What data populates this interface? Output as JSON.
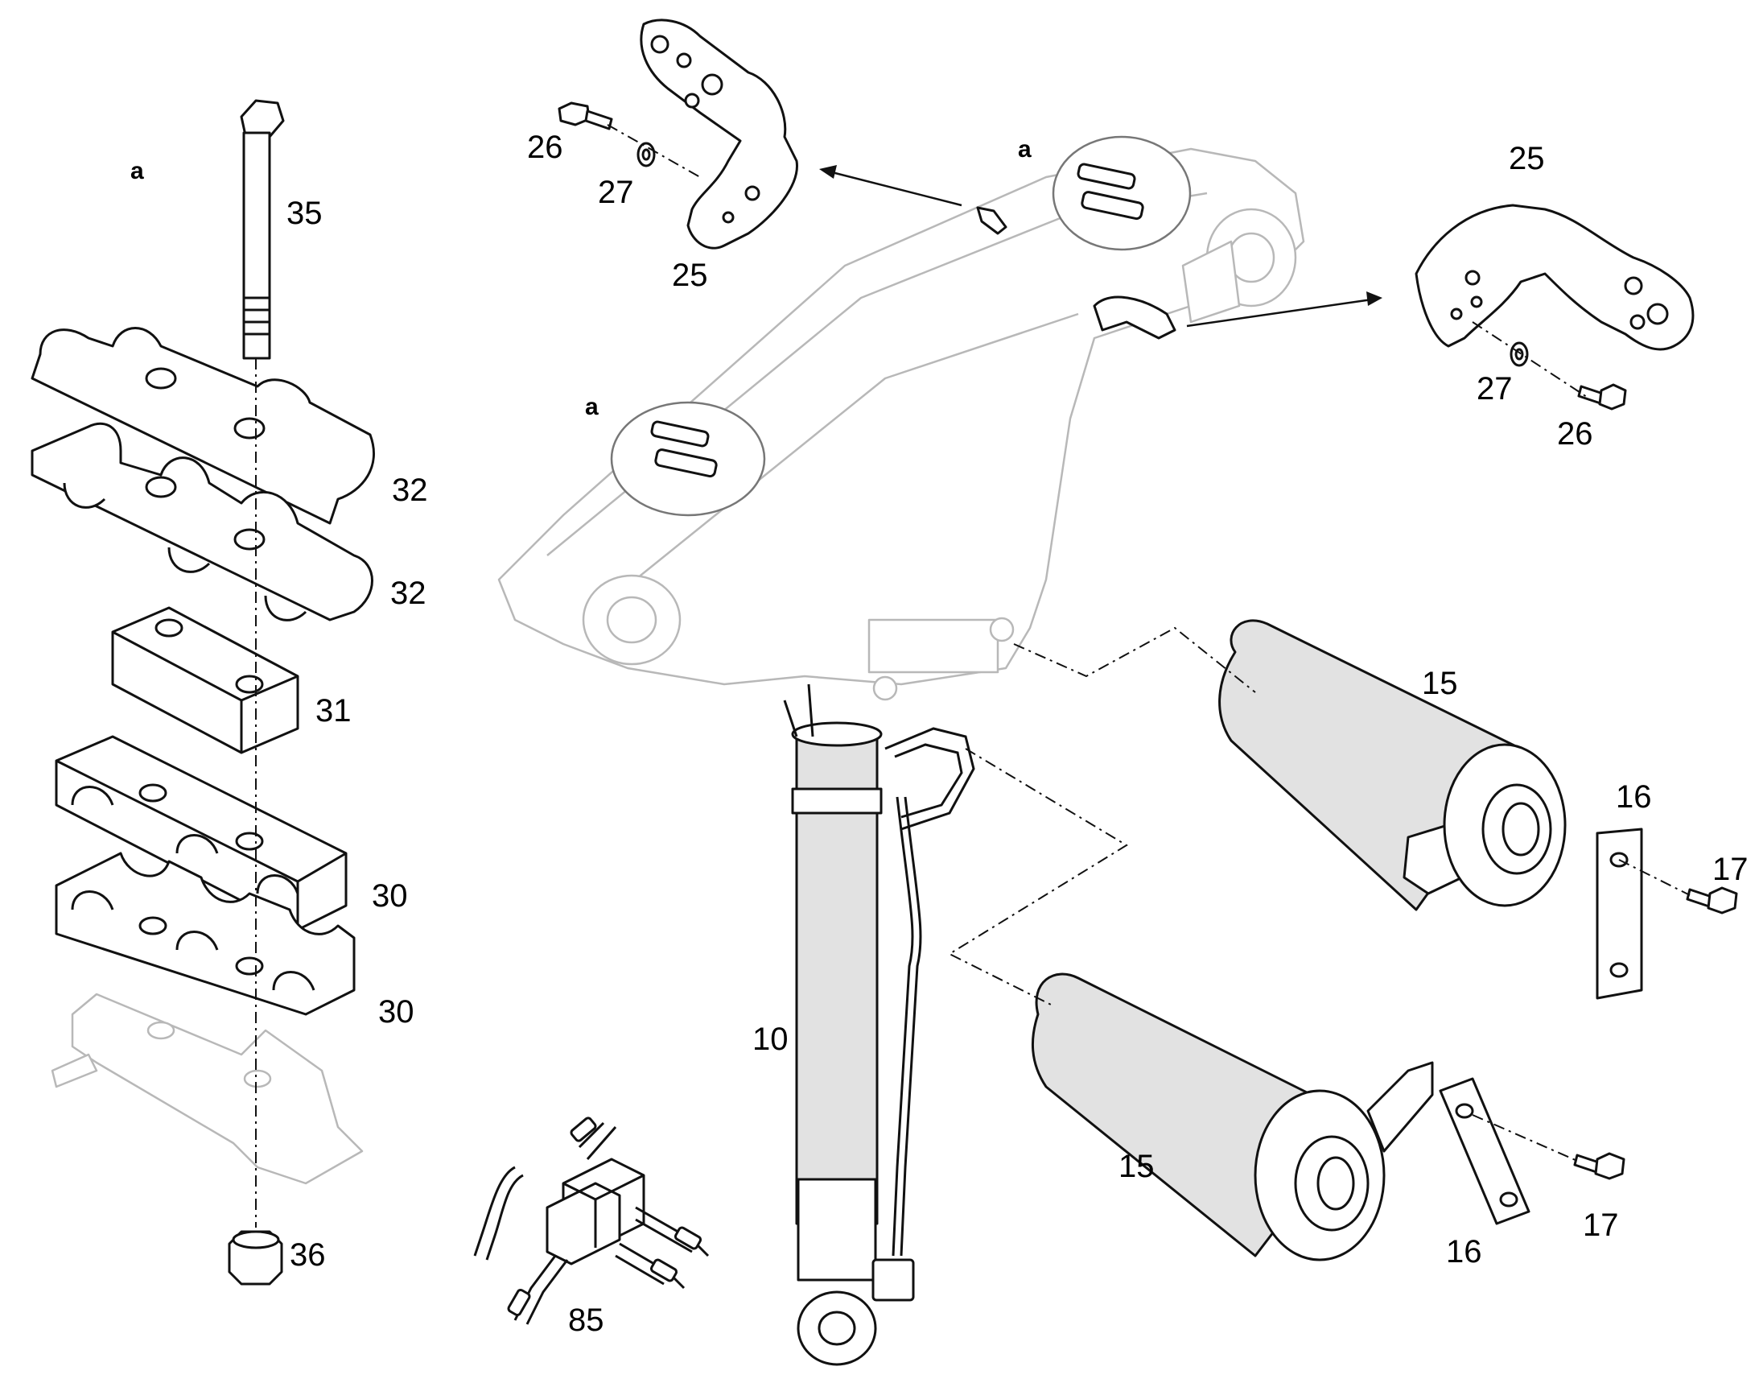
{
  "labels": {
    "detail_a_1": "a",
    "detail_a_2": "a",
    "detail_a_3": "a",
    "p10": "10",
    "p15_upper": "15",
    "p15_lower": "15",
    "p16_upper": "16",
    "p16_lower": "16",
    "p17_upper": "17",
    "p17_lower": "17",
    "p25_left": "25",
    "p25_right": "25",
    "p26_left": "26",
    "p26_right": "26",
    "p27_left": "27",
    "p27_right": "27",
    "p30_upper": "30",
    "p30_lower": "30",
    "p31": "31",
    "p32_upper": "32",
    "p32_lower": "32",
    "p35": "35",
    "p36": "36",
    "p85": "85"
  }
}
